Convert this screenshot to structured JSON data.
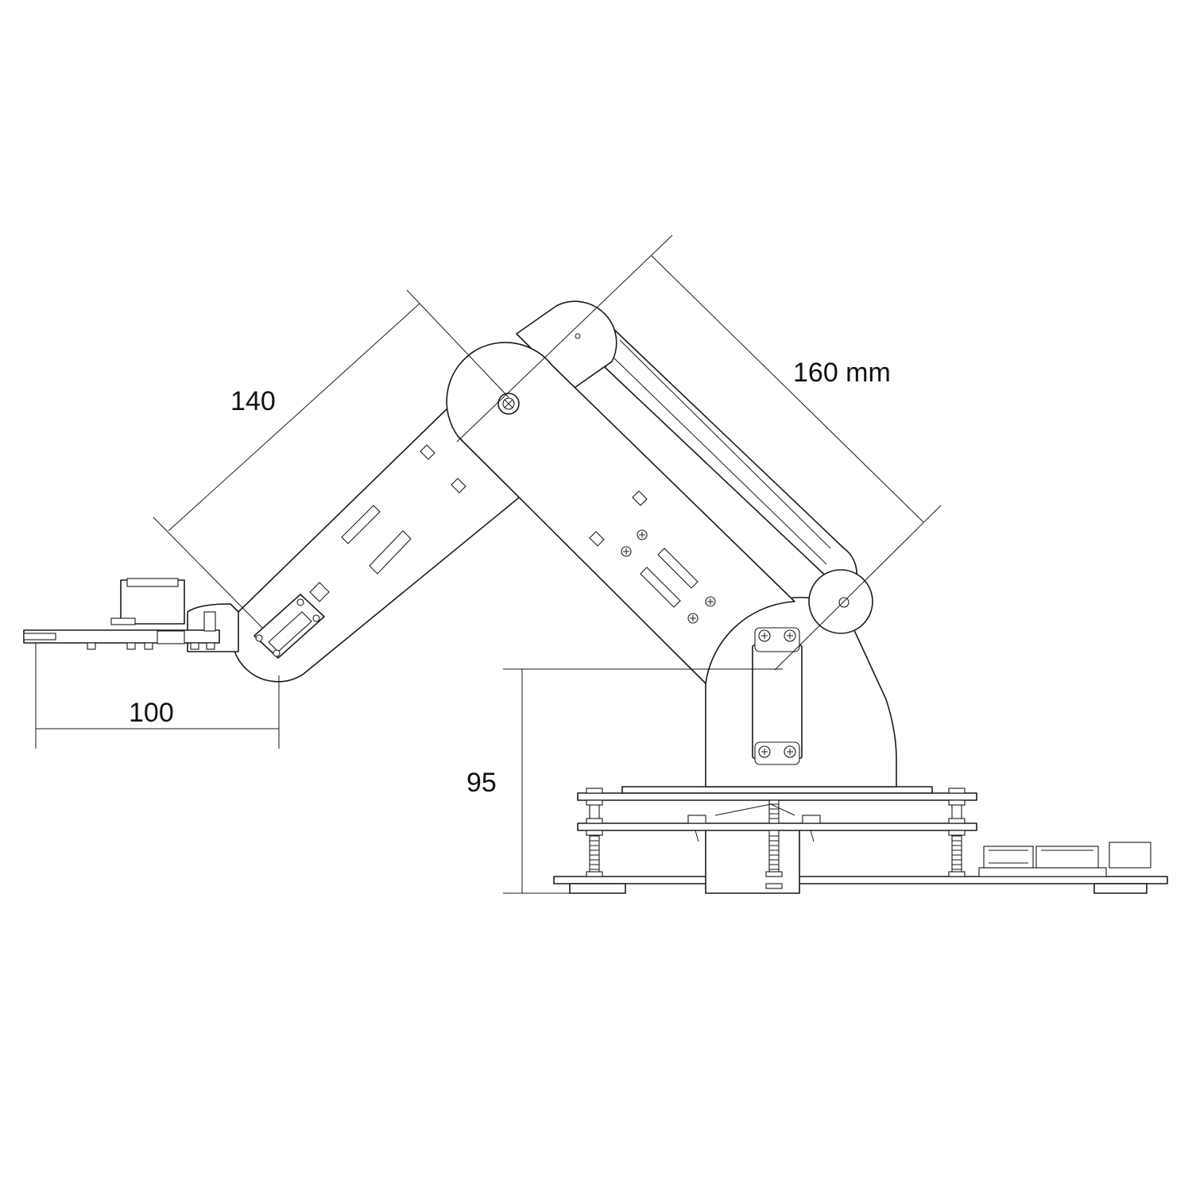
{
  "dimensions": {
    "upper_arm": "160 mm",
    "forearm": "140",
    "gripper": "100",
    "base_height": "95"
  },
  "colors": {
    "line": "#1a1a1a",
    "background": "#ffffff"
  }
}
